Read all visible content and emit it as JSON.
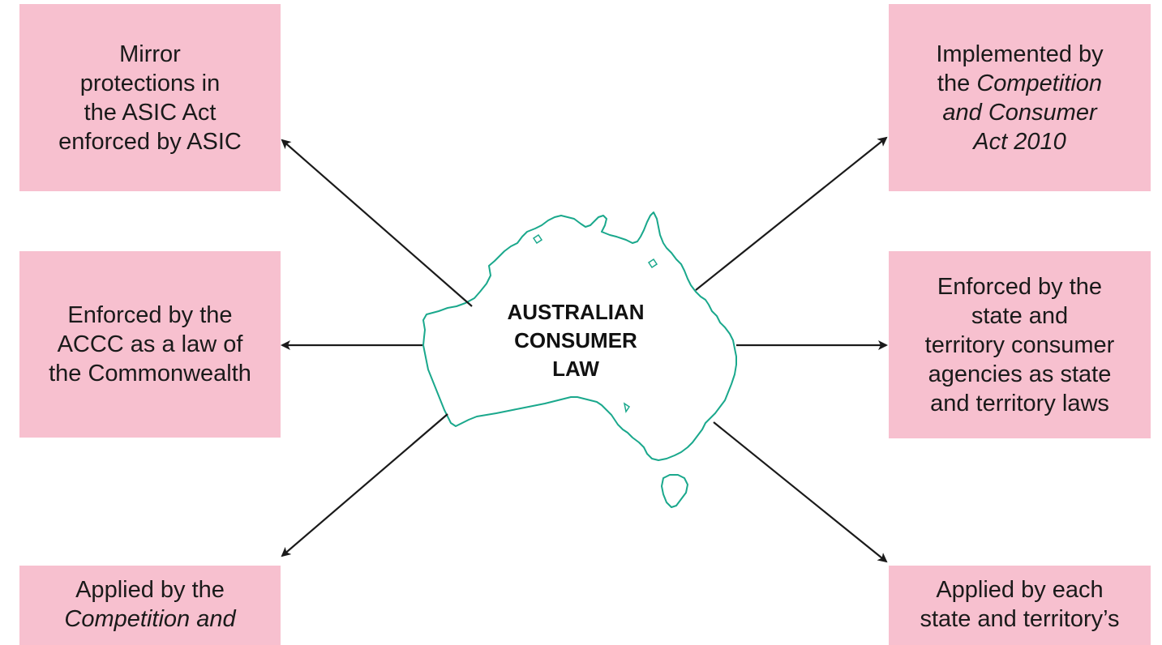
{
  "center": {
    "lines": [
      "AUSTRALIAN",
      "CONSUMER",
      "LAW"
    ]
  },
  "boxes": {
    "top_left": {
      "lines": [
        "Mirror",
        "protections in",
        "the ASIC Act",
        "enforced by ASIC"
      ]
    },
    "mid_left": {
      "lines": [
        "Enforced by the",
        "ACCC as a law of",
        "the Commonwealth"
      ]
    },
    "bottom_left": {
      "lines": [
        "Applied by the",
        "Competition and"
      ]
    },
    "top_right": {
      "lines": [
        "Implemented by",
        "the",
        "Competition",
        "and Consumer",
        "Act 2010"
      ]
    },
    "mid_right": {
      "lines": [
        "Enforced by the",
        "state and",
        "territory consumer",
        "agencies as state",
        "and territory laws"
      ]
    },
    "bottom_right": {
      "lines": [
        "Applied by each",
        "state and territory’s"
      ]
    }
  },
  "colors": {
    "box_fill": "#f7c0cf",
    "map_outline": "#1aa88c",
    "arrow": "#1a1a1a"
  },
  "icons": {
    "map": "australia-map-outline-icon",
    "arrow": "arrowhead-icon"
  }
}
